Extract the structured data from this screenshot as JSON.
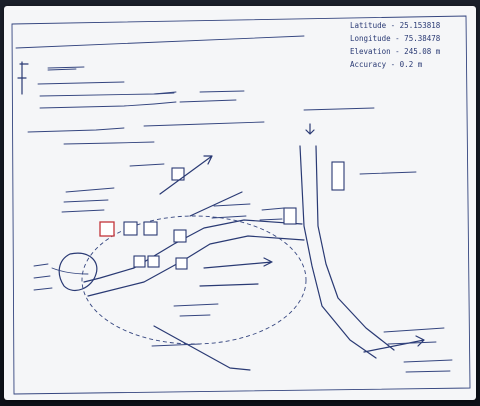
{
  "coordinates": {
    "latitude": "Latitude - 25.153818",
    "longitude": "Longitude - 75.38478",
    "elevation": "Elevation - 245.08 m",
    "accuracy": "Accuracy - 0.2 m"
  }
}
